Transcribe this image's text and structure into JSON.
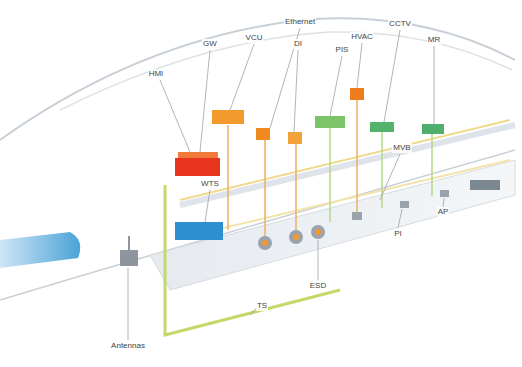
{
  "diagram": {
    "labels": [
      "HMI",
      "GW",
      "VCU",
      "Ethernet",
      "DI",
      "PIS",
      "HVAC",
      "CCTV",
      "MR",
      "WTS",
      "MVB",
      "PI",
      "AP",
      "ESD",
      "TS",
      "Antennas"
    ]
  }
}
